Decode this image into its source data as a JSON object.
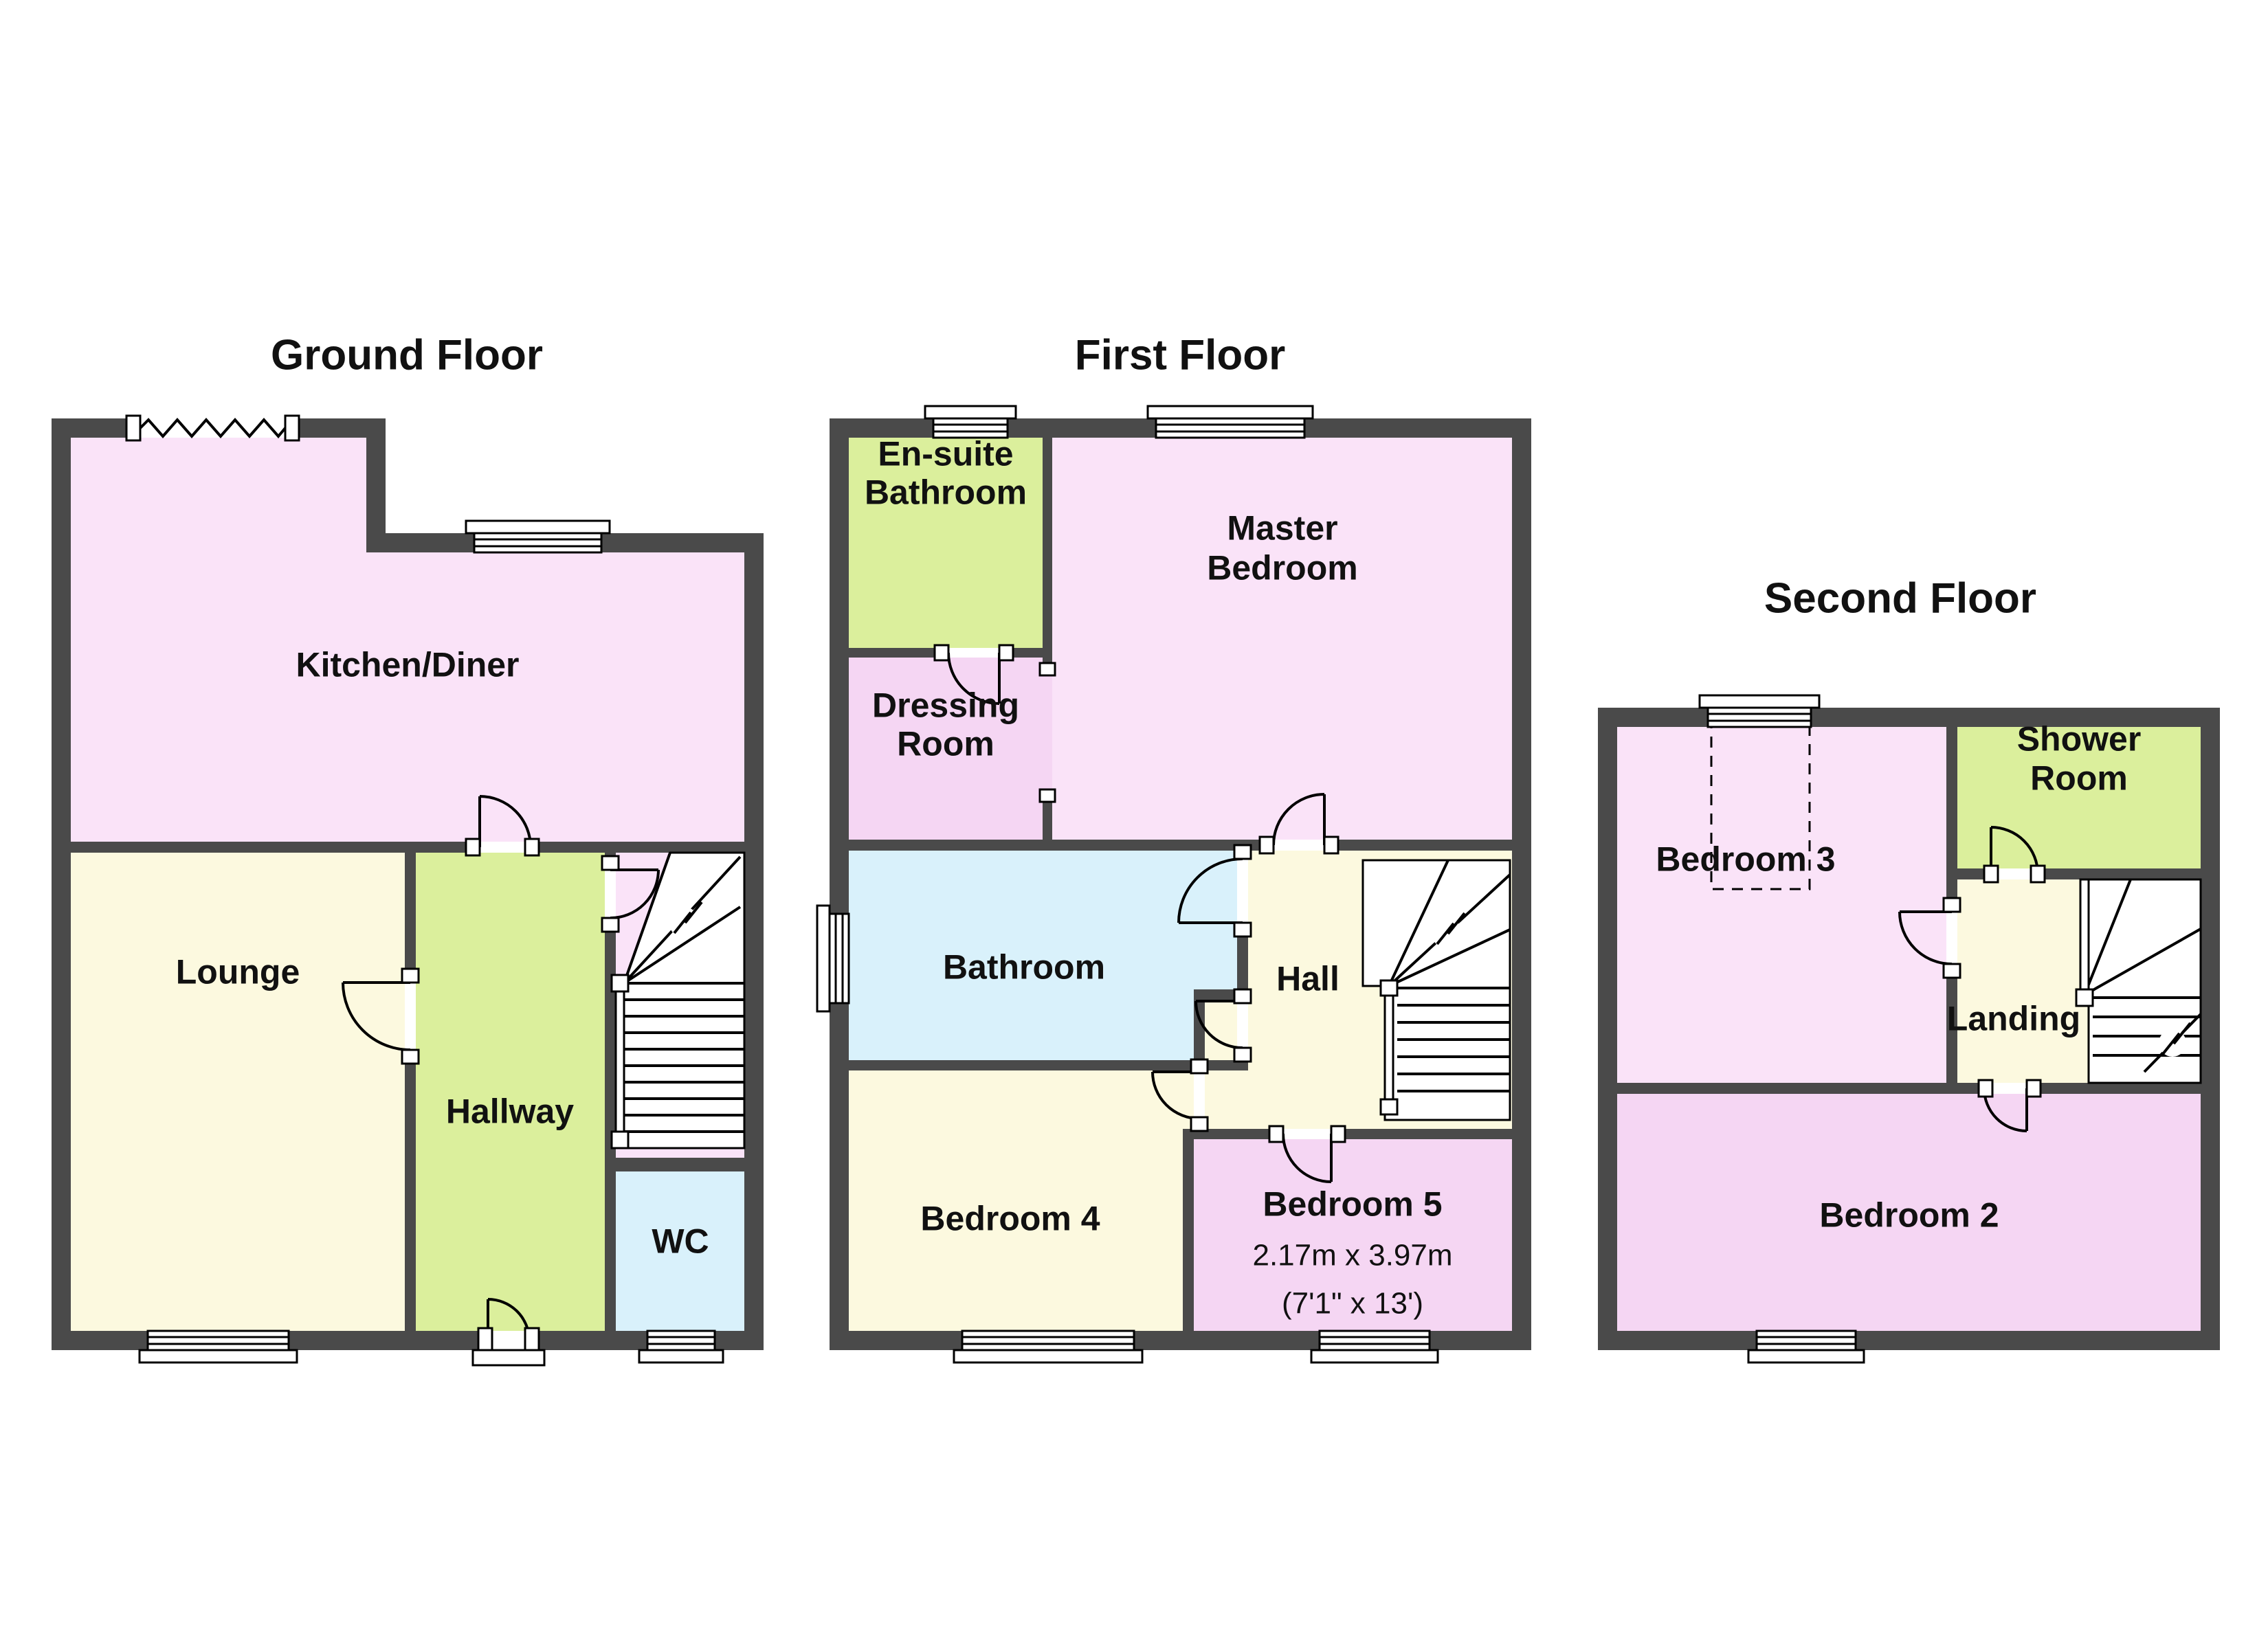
{
  "colors": {
    "wall": "#4A4A4A",
    "pink": "#FAE3F8",
    "pink2": "#F5D6F3",
    "cream": "#FCF9DF",
    "green": "#DBEF9C",
    "blue": "#D9F1FB",
    "text": "#111111",
    "line": "#000000"
  },
  "floors": [
    {
      "title": "Ground Floor",
      "rooms": [
        {
          "name": "kitchen-diner",
          "label": "Kitchen/Diner"
        },
        {
          "name": "lounge",
          "label": "Lounge"
        },
        {
          "name": "hallway",
          "label": "Hallway"
        },
        {
          "name": "wc",
          "label": "WC"
        }
      ]
    },
    {
      "title": "First Floor",
      "rooms": [
        {
          "name": "ensuite-bathroom",
          "label_lines": [
            "En-suite",
            "Bathroom"
          ]
        },
        {
          "name": "master-bedroom",
          "label_lines": [
            "Master",
            "Bedroom"
          ]
        },
        {
          "name": "dressing-room",
          "label_lines": [
            "Dressing",
            "Room"
          ]
        },
        {
          "name": "bathroom",
          "label": "Bathroom"
        },
        {
          "name": "hall",
          "label": "Hall"
        },
        {
          "name": "bedroom-4",
          "label": "Bedroom 4"
        },
        {
          "name": "bedroom-5",
          "label": "Bedroom 5",
          "dimensions_metric": "2.17m x 3.97m",
          "dimensions_imperial": "(7'1\" x 13')"
        }
      ]
    },
    {
      "title": "Second Floor",
      "rooms": [
        {
          "name": "bedroom-3",
          "label": "Bedroom 3"
        },
        {
          "name": "shower-room",
          "label_lines": [
            "Shower",
            "Room"
          ]
        },
        {
          "name": "landing",
          "label": "Landing"
        },
        {
          "name": "bedroom-2",
          "label": "Bedroom 2"
        }
      ]
    }
  ]
}
